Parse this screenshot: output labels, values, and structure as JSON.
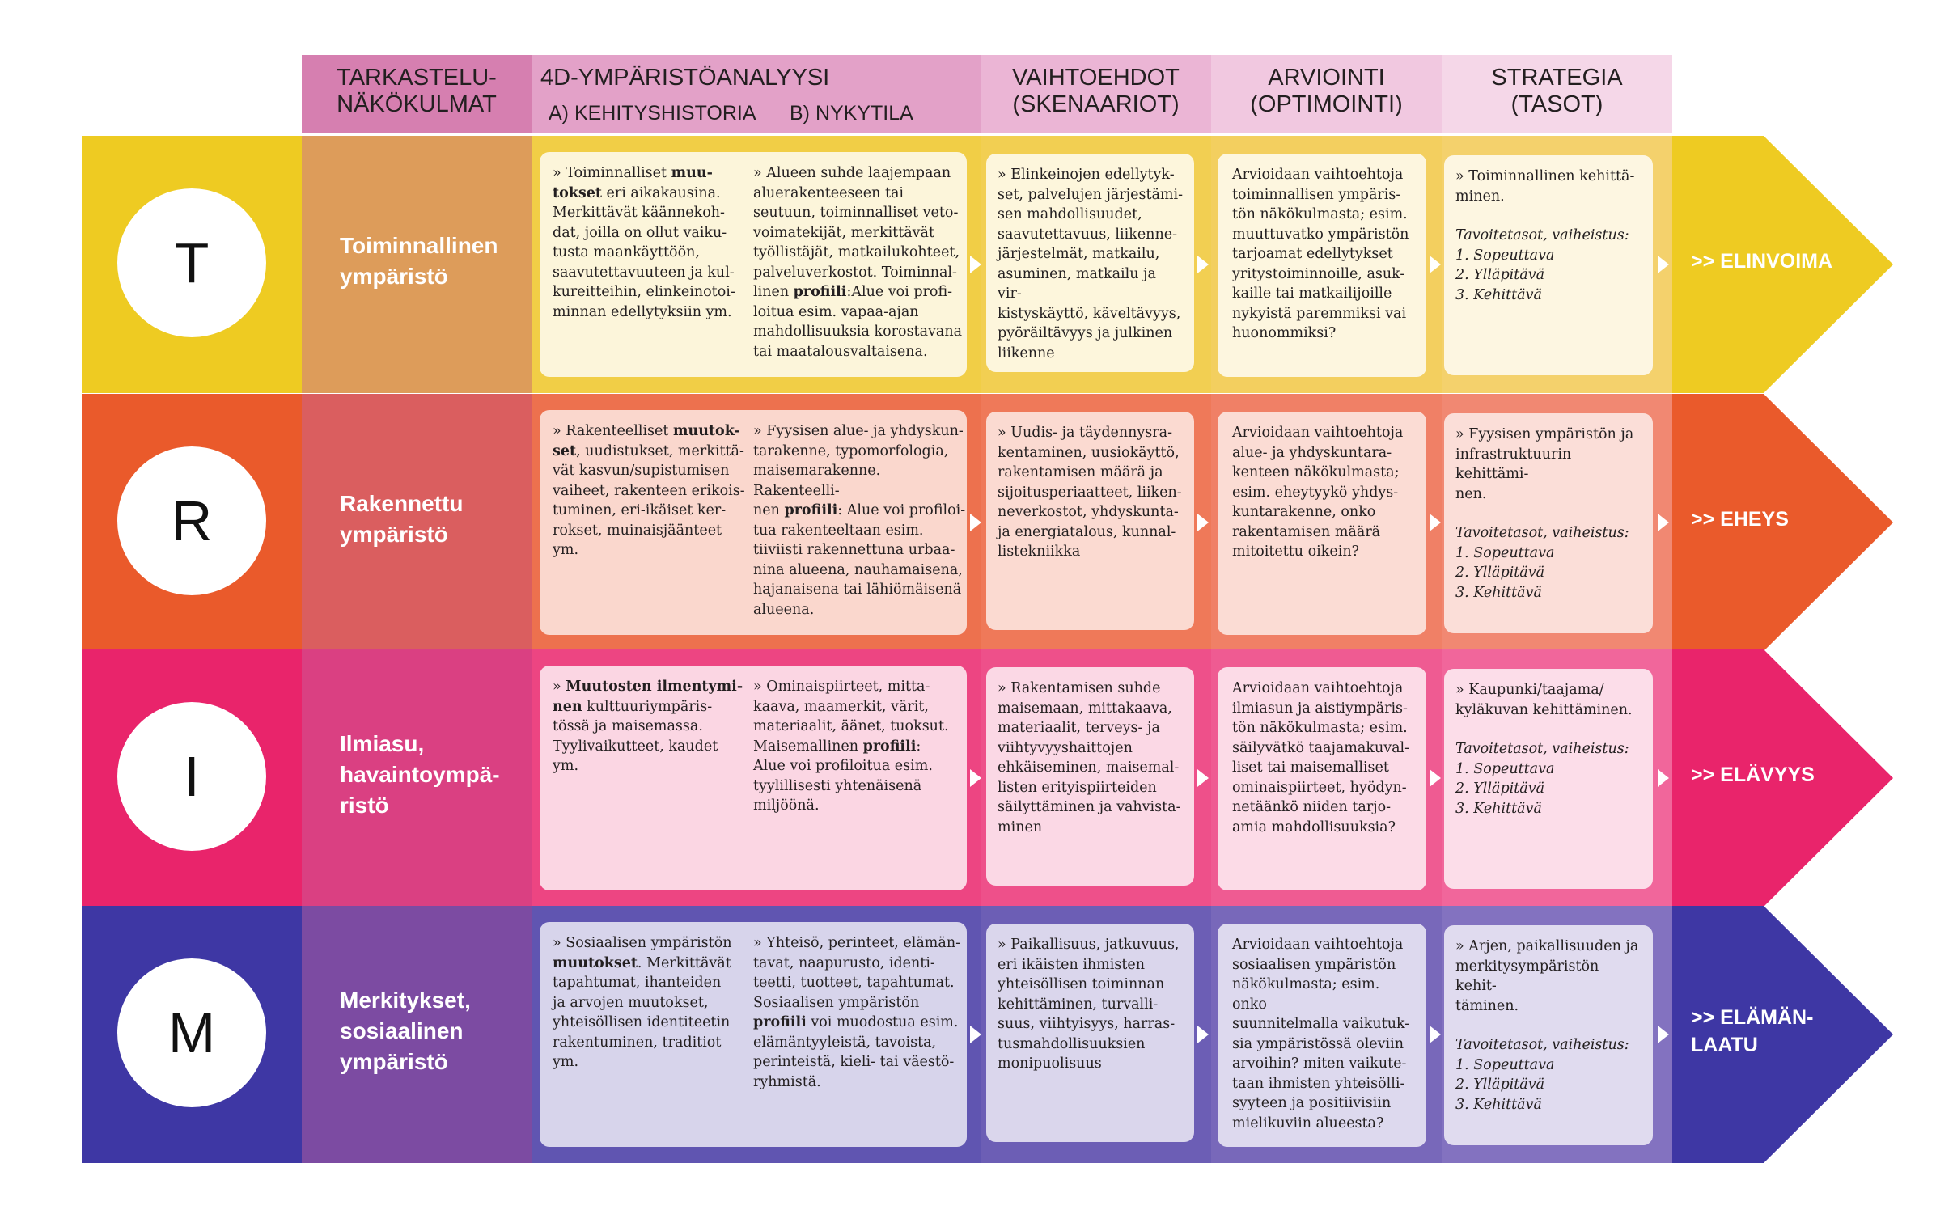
{
  "headers": {
    "col1": "TARKASTELU-\nNÄKÖKULMAT",
    "col2": "4D-YMPÄRISTÖANALYYSI",
    "col2a": "A) KEHITYSHISTORIA",
    "col2b": "B) NYKYTILA",
    "col3": "VAIHTOEHDOT\n(SKENAARIOT)",
    "col4": "ARVIOINTI\n(OPTIMOINTI)",
    "col5": "STRATEGIA\n(TASOT)"
  },
  "rows": [
    {
      "letter": "T",
      "label": "Toiminnallinen\nympäristö",
      "outcome": ">> ELINVOIMA",
      "history": "» Toiminnalliset <b>muu-\ntokset</b> eri aikakausina.\nMerkittävät käännekoh-\ndat, joilla on ollut vaiku-\ntusta maankäyttöön,\nsaavutettavuuteen ja kul-\nkureitteihin, elinkeinotoi-\nminnan edellytyksiin ym.",
      "current": "»  Alueen suhde laajempaan\naluerakenteeseen tai\nseutuun, toiminnalliset veto-\nvoimatekijät, merkittävät\ntyöllistäjät, matkailukohteet,\npalveluverkostot. Toiminnal-\nlinen <b>profiili</b>:Alue voi profi-\nloitua esim. vapaa-ajan\nmahdollisuuksia korostavana\ntai maatalousvaltaisena.",
      "scenario": "» Elinkeinojen edellytyk-\nset, palvelujen järjestämi-\nsen mahdollisuudet,\nsaavutettavuus, liikenne-\njärjestelmät,  matkailu,\nasuminen, matkailu ja vir-\nkistyskäyttö, käveltävyys,\npyöräiltävyys ja julkinen\nliikenne",
      "evaluation": "Arvioidaan vaihtoehtoja\ntoiminnallisen ympäris-\ntön näkökulmasta; esim.\nmuuttuvatko ympäristön\ntarjoamat edellytykset\nyritystoiminnoille, asuk-\nkaille tai matkailijoille\nnykyistä paremmiksi vai\nhuonommiksi?",
      "strategy": "» Toiminnallinen kehittä-\nminen.",
      "levels_title": "Tavoitetasot, vaiheistus:",
      "levels": [
        "1. Sopeuttava",
        "2. Ylläpitävä",
        "3. Kehittävä"
      ]
    },
    {
      "letter": "R",
      "label": "Rakennettu\nympäristö",
      "outcome": ">> EHEYS",
      "history": "» Rakenteelliset <b>muutok-\nset</b>, uudistukset, merkittä-\nvät kasvun/supistumisen\nvaiheet, rakenteen erikois-\ntuminen, eri-ikäiset ker-\nrokset, muinaisjäänteet\nym.",
      "current": "» Fyysisen alue- ja yhdyskun-\ntarakenne, typomorfologia,\nmaisemarakenne. Rakenteelli-\nnen <b>profiili</b>: Alue voi profiloi-\ntua rakenteeltaan esim.\ntiiviisti rakennettuna urbaa-\nnina alueena, nauhamaisena,\nhajanaisena tai lähiömäisenä\nalueena.",
      "scenario": "»  Uudis- ja täydennysra-\nkentaminen, uusiokäyttö,\nrakentamisen määrä ja\nsijoitusperiaatteet,  liiken-\nneverkostot, yhdyskunta-\nja energiatalous, kunnal-\nlistekniikka",
      "evaluation": "Arvioidaan vaihtoehtoja\nalue- ja yhdyskuntara-\nkenteen näkökulmasta;\nesim. eheytyykö yhdys-\nkuntarakenne,  onko\nrakentamisen määrä\nmitoitettu oikein?",
      "strategy": "» Fyysisen ympäristön ja\ninfrastruktuurin kehittämi-\nnen.",
      "levels_title": "Tavoitetasot, vaiheistus:",
      "levels": [
        "1. Sopeuttava",
        "2. Ylläpitävä",
        "3. Kehittävä"
      ]
    },
    {
      "letter": "I",
      "label": "Ilmiasu,\nhavaintoympä-\nristö",
      "outcome": ">> ELÄVYYS",
      "history": "» <b>Muutosten ilmentymi-\nnen</b> kulttuuriympäris-\ntössä ja maisemassa.\nTyylivaikutteet, kaudet\nym.",
      "current": "» Ominaispiirteet, mitta-\nkaava, maamerkit, värit,\nmateriaalit, äänet, tuoksut.\nMaisemallinen <b>profiili</b>:\nAlue voi profiloitua esim.\ntyylillisesti yhtenäisenä\nmiljöönä.",
      "scenario": "»  Rakentamisen suhde\nmaisemaan,  mittakaava,\nmateriaalit, terveys- ja\nviihtyvyyshaittojen\nehkäiseminen, maisemal-\nlisten erityispiirteiden\nsäilyttäminen ja vahvista-\nminen",
      "evaluation": "Arvioidaan vaihtoehtoja\nilmiasun ja aistiympäris-\ntön näkökulmasta; esim.\nsäilyvätkö taajamakuval-\nliset tai maisemalliset\nominaispiirteet, hyödyn-\nnetäänkö niiden tarjo-\namia mahdollisuuksia?",
      "strategy": "» Kaupunki/taajama/\nkyläkuvan kehittäminen.",
      "levels_title": "Tavoitetasot, vaiheistus:",
      "levels": [
        "1. Sopeuttava",
        "2. Ylläpitävä",
        "3. Kehittävä"
      ]
    },
    {
      "letter": "M",
      "label": "Merkitykset,\nsosiaalinen\nympäristö",
      "outcome": ">> ELÄMÄN-\nLAATU",
      "history": "» Sosiaalisen ympäristön\n<b>muutokset</b>. Merkittävät\ntapahtumat, ihanteiden\nja arvojen muutokset,\nyhteisöllisen identiteetin\nrakentuminen, traditiot\nym.",
      "current": "» Yhteisö, perinteet, elämän-\ntavat, naapurusto, identi-\nteetti, tuotteet, tapahtumat.\nSosiaalisen ympäristön\n<b>profiili</b> voi muodostua esim.\nelämäntyyleistä, tavoista,\nperinteistä, kieli- tai väestö-\nryhmistä.",
      "scenario": "»  Paikallisuus, jatkuvuus,\neri ikäisten ihmisten\nyhteisöllisen toiminnan\nkehittäminen, turvalli-\nsuus, viihtyisyys, harras-\ntusmahdollisuuksien\nmonipuolisuus",
      "evaluation": "Arvioidaan vaihtoehtoja\nsosiaalisen ympäristön\nnäkökulmasta; esim. onko\nsuunnitelmalla vaikutuk-\nsia ympäristössä oleviin\narvoihin? miten vaikute-\ntaan ihmisten yhteisölli-\nsyyteen ja positiivisiin\nmielikuviin alueesta?",
      "strategy": "» Arjen, paikallisuuden ja\nmerkitysympäristön kehit-\ntäminen.",
      "levels_title": "Tavoitetasot, vaiheistus:",
      "levels": [
        "1. Sopeuttava",
        "2. Ylläpitävä",
        "3. Kehittävä"
      ]
    }
  ],
  "colors": {
    "row_T": "#eecb22",
    "row_R": "#ea5a2b",
    "row_I": "#e9246b",
    "row_M": "#3e37a4"
  }
}
